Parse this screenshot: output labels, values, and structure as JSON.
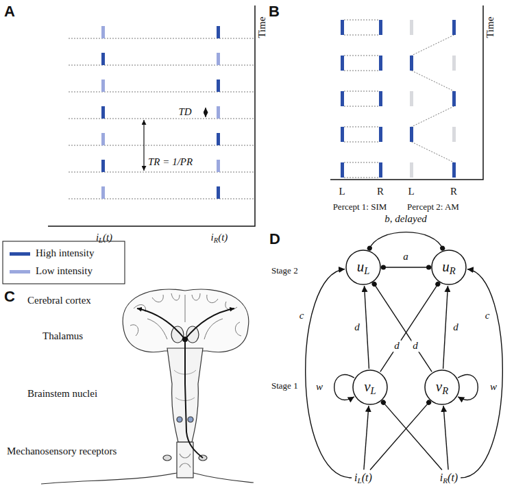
{
  "diagram": {
    "nodes": [
      {
        "text": [
          "uL"
        ]
      },
      {
        "text": [
          "uR"
        ]
      },
      {
        "text": [
          "νL"
        ]
      },
      {
        "text": [
          "νR"
        ]
      },
      {
        "text": [
          "iL(t)"
        ]
      },
      {
        "text": [
          "iR(t)"
        ]
      }
    ],
    "edges": [
      {
        "from": 0,
        "to": 1,
        "arrow": "both",
        "label": "b, delayed"
      },
      {
        "from": 0,
        "to": 1,
        "arrow": "both",
        "label": "a"
      },
      {
        "from": 2,
        "to": 0,
        "arrow": "to",
        "label": "d"
      },
      {
        "from": 2,
        "to": 1,
        "arrow": "to",
        "label": "d"
      },
      {
        "from": 3,
        "to": 0,
        "arrow": "to",
        "label": "d"
      },
      {
        "from": 3,
        "to": 1,
        "arrow": "to",
        "label": "d"
      },
      {
        "from": 2,
        "to": 2,
        "arrow": "to",
        "label": "w"
      },
      {
        "from": 3,
        "to": 3,
        "arrow": "to",
        "label": "w"
      },
      {
        "from": 4,
        "to": 2,
        "arrow": "to"
      },
      {
        "from": 4,
        "to": 3,
        "arrow": "to"
      },
      {
        "from": 5,
        "to": 3,
        "arrow": "to"
      },
      {
        "from": 5,
        "to": 2,
        "arrow": "to"
      },
      {
        "from": 4,
        "to": 0,
        "arrow": "to",
        "label": "c"
      },
      {
        "from": 5,
        "to": 1,
        "arrow": "to",
        "label": "c"
      }
    ],
    "labels": [
      "A",
      "Time",
      "TD",
      "TR = 1/PR",
      "iL(t)",
      "iR(t)",
      "B",
      "Time",
      "L",
      "R",
      "Percept 1: SIM",
      "L",
      "R",
      "Percept 2: AM",
      "C",
      "Cerebral cortex",
      "Thalamus",
      "Brainstem nuclei",
      "Mechanosensory receptors",
      "D",
      "Stage 2",
      "Stage 1"
    ],
    "legend": [
      {
        "text": "High intensity",
        "color": "#2b4ea8"
      },
      {
        "text": "Low intensity",
        "color": "#9ba8de"
      }
    ]
  }
}
